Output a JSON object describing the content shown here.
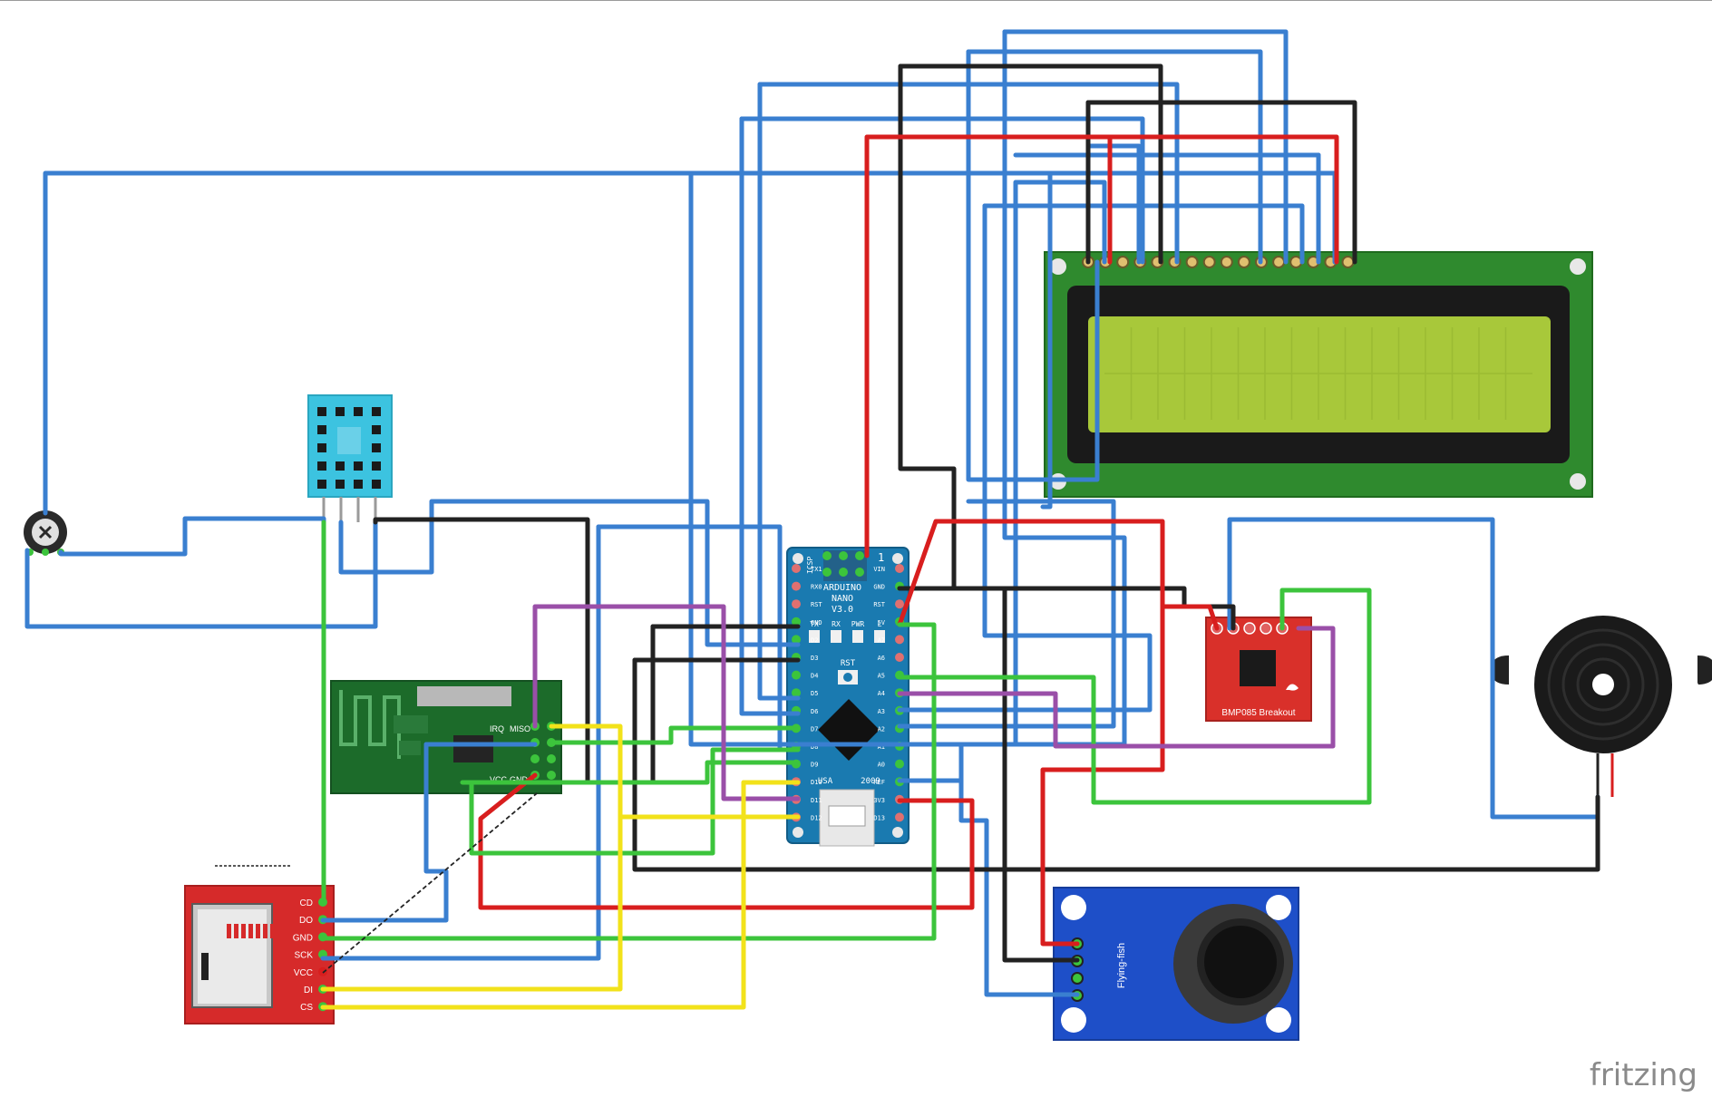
{
  "app": {
    "name": "fritzing"
  },
  "arduino": {
    "line1": "ARDUINO",
    "line2": "NANO",
    "line3": "V3.0",
    "usa": "USA",
    "year": "2009",
    "rst": "RST",
    "icsp": "ICSP",
    "one": "1",
    "leds": [
      "TX",
      "RX",
      "PWR",
      "L"
    ],
    "left_pins": [
      "TX1",
      "RX0",
      "RST",
      "GND",
      "D2",
      "D3",
      "D4",
      "D5",
      "D6",
      "D7",
      "D8",
      "D9",
      "D10",
      "D11",
      "D12"
    ],
    "right_pins": [
      "VIN",
      "GND",
      "RST",
      "5V",
      "A7",
      "A6",
      "A5",
      "A4",
      "A3",
      "A2",
      "A1",
      "A0",
      "REF",
      "3V3",
      "D13"
    ]
  },
  "sdcard": {
    "pins": [
      "CD",
      "DO",
      "GND",
      "SCK",
      "VCC",
      "DI",
      "CS"
    ]
  },
  "nrf": {
    "pins_row1": [
      "IRQ",
      "MISO"
    ],
    "pins_row3": [
      "VCC",
      "GND"
    ]
  },
  "bmp": {
    "label": "BMP085 Breakout"
  },
  "flame": {
    "label": "Flying-fish"
  },
  "colors": {
    "wire_blue": "#3a7fd0",
    "wire_red": "#d81e1e",
    "wire_black": "#222222",
    "wire_green": "#3cc43c",
    "wire_yellow": "#f2e21a",
    "wire_purple": "#9a4fa8",
    "arduino_board": "#1a7ab0",
    "lcd_pcb": "#2f8a2e",
    "lcd_screen": "#a8c83a",
    "sd_board": "#d62a2a",
    "nrf_board": "#1c6b2a",
    "bmp_board": "#d9302a",
    "flame_board": "#1e4fc8",
    "dht_body": "#3cc3e0"
  }
}
